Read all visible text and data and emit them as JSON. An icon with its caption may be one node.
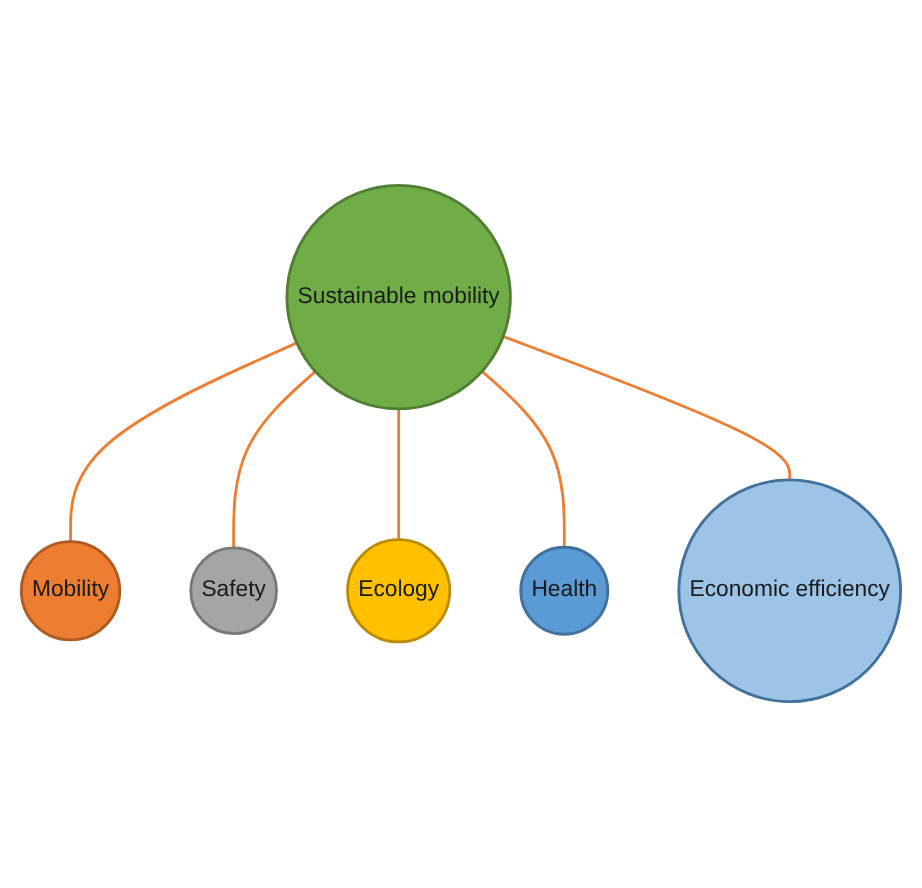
{
  "diagram": {
    "nodes": [
      {
        "text": [
          "Sustainable mobility"
        ]
      },
      {
        "text": [
          "Mobility"
        ]
      },
      {
        "text": [
          "Safety"
        ]
      },
      {
        "text": [
          "Ecology"
        ]
      },
      {
        "text": [
          "Health"
        ]
      },
      {
        "text": [
          "Economic efficiency"
        ]
      }
    ],
    "edges": [
      {
        "from": 0,
        "to": 1,
        "arrow": "none"
      },
      {
        "from": 0,
        "to": 2,
        "arrow": "none"
      },
      {
        "from": 0,
        "to": 3,
        "arrow": "none"
      },
      {
        "from": 0,
        "to": 4,
        "arrow": "none"
      },
      {
        "from": 0,
        "to": 5,
        "arrow": "none"
      }
    ]
  }
}
